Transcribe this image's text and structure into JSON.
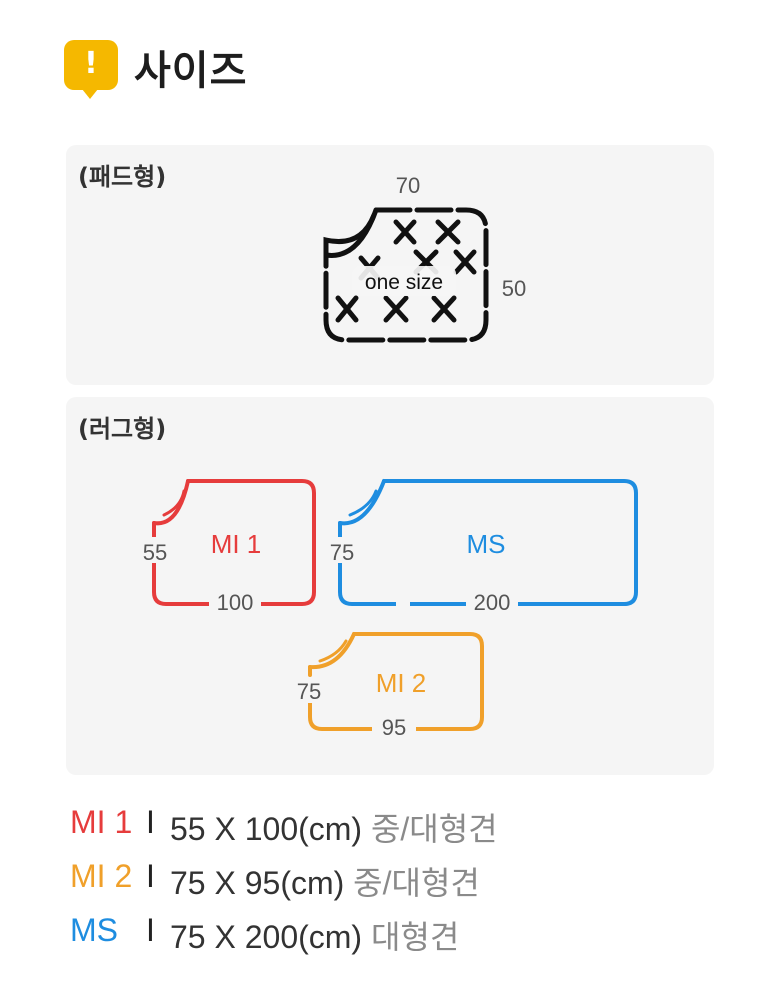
{
  "header": {
    "icon": "exclamation-icon",
    "icon_glyph": "!",
    "title": "사이즈"
  },
  "pad": {
    "label": "(패드형)",
    "width": "70",
    "height": "50",
    "size_text": "one size"
  },
  "rug": {
    "label": "(러그형)",
    "items": [
      {
        "name": "MI 1",
        "height": "55",
        "width": "100",
        "color": "#e63c3c"
      },
      {
        "name": "MS",
        "height": "75",
        "width": "200",
        "color": "#1e8de0"
      },
      {
        "name": "MI 2",
        "height": "75",
        "width": "95",
        "color": "#f0a02a"
      }
    ]
  },
  "specs": [
    {
      "code": "MI 1",
      "sep": "I",
      "dims": "55 X 100(cm)",
      "use": "중/대형견",
      "color": "#e63c3c"
    },
    {
      "code": "MI 2",
      "sep": "I",
      "dims": "75 X 95(cm)",
      "use": "중/대형견",
      "color": "#f0a02a"
    },
    {
      "code": "MS",
      "sep": "I",
      "dims": "75 X 200(cm)",
      "use": "대형견",
      "color": "#1e8de0"
    }
  ]
}
